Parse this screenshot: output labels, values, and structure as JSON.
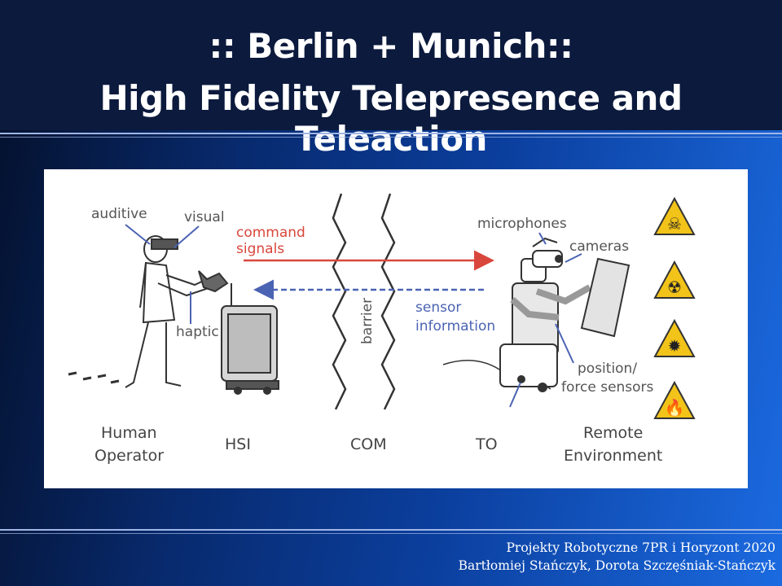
{
  "slide": {
    "title_line1": ":: Berlin + Munich::",
    "title_line2": "High Fidelity Telepresence and Teleaction",
    "footer_line1": "Projekty  Robotyczne 7PR i Horyzont 2020",
    "footer_line2": "Bartłomiej Stańczyk, Dorota Szczęśniak-Stańczyk"
  },
  "diagram": {
    "labels": {
      "auditive": "auditive",
      "visual": "visual",
      "command_line1": "command",
      "command_line2": "signals",
      "haptic": "haptic",
      "barrier": "barrier",
      "sensor_line1": "sensor",
      "sensor_line2": "information",
      "microphones": "microphones",
      "cameras": "cameras",
      "position_line1": "position/",
      "position_line2": "force sensors"
    },
    "captions": {
      "human_line1": "Human",
      "human_line2": "Operator",
      "hsi": "HSI",
      "com": "COM",
      "to": "TO",
      "remote_line1": "Remote",
      "remote_line2": "Environment"
    },
    "hazard_icons": [
      "toxic-hazard-icon",
      "radiation-hazard-icon",
      "explosive-hazard-icon",
      "flammable-hazard-icon"
    ],
    "colors": {
      "command_arrow": "#d9473c",
      "sensor_arrow": "#4b63b3",
      "hazard_yellow": "#f2c318"
    }
  }
}
